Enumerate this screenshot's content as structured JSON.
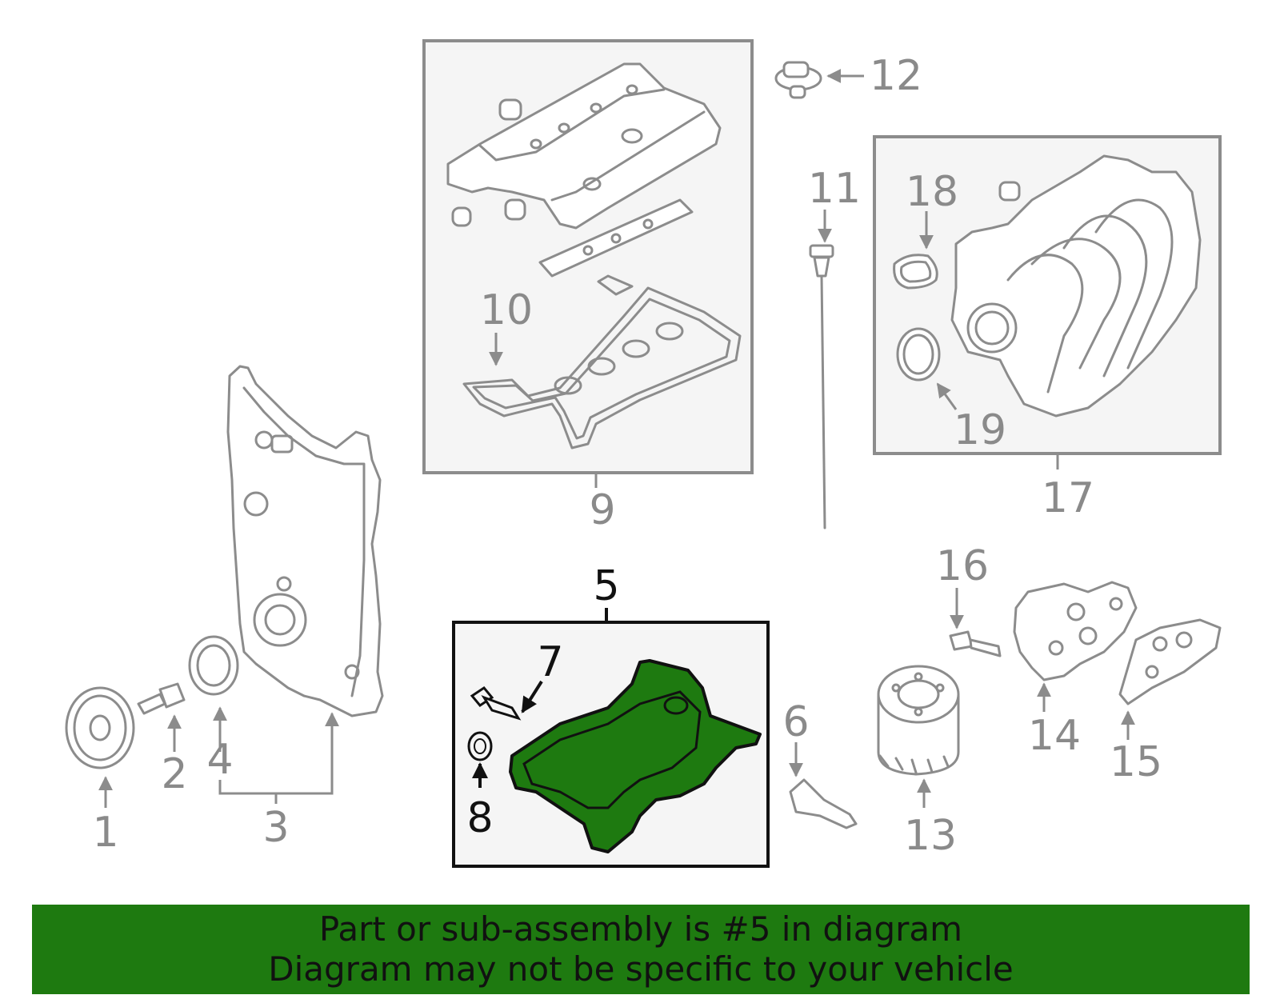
{
  "colors": {
    "highlight": "#1e7a10",
    "part_outline": "#8c8c8c",
    "box_fill": "#f5f5f5",
    "active_label": "#111111"
  },
  "callouts": {
    "c1": "1",
    "c2": "2",
    "c3": "3",
    "c4": "4",
    "c5": "5",
    "c6": "6",
    "c7": "7",
    "c8": "8",
    "c9": "9",
    "c10": "10",
    "c11": "11",
    "c12": "12",
    "c13": "13",
    "c14": "14",
    "c15": "15",
    "c16": "16",
    "c17": "17",
    "c18": "18",
    "c19": "19"
  },
  "highlighted_part": "5",
  "banner": {
    "line1": "Part or sub-assembly is #5 in diagram",
    "line2": "Diagram may not be specific to your vehicle"
  }
}
